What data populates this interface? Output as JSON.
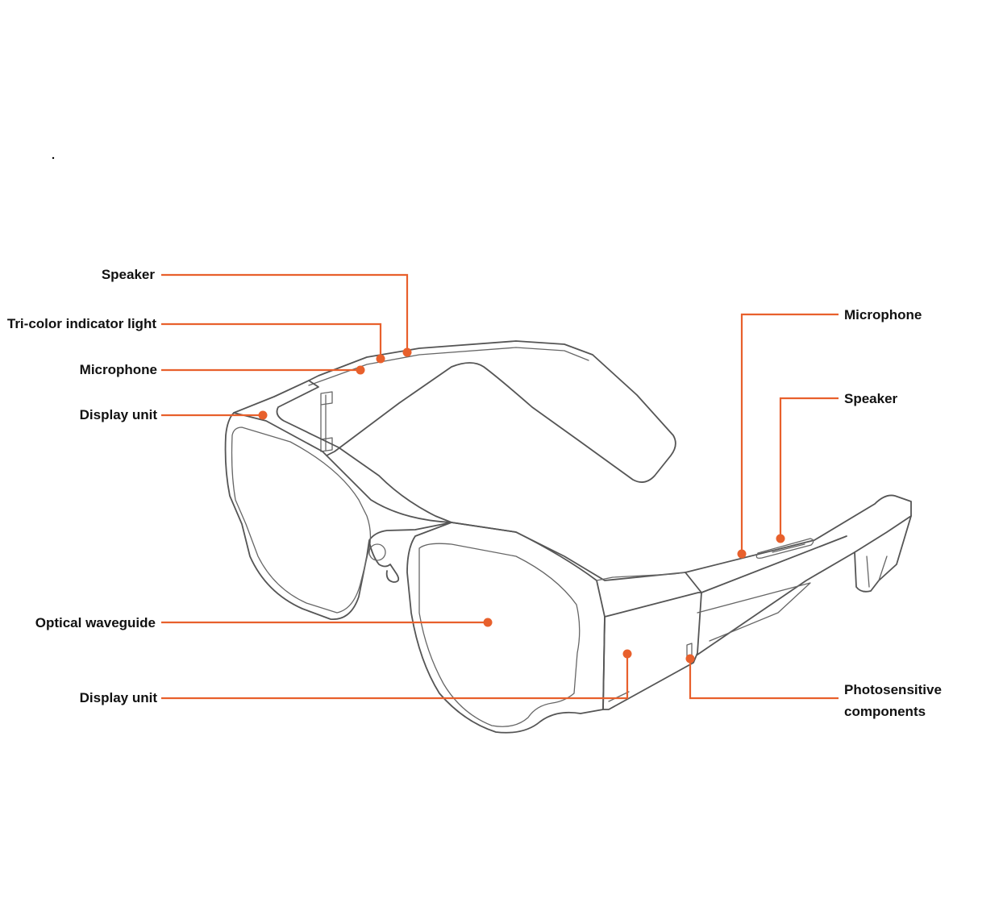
{
  "diagram": {
    "subject": "smart-glasses",
    "accent_color": "#e8602c",
    "line_color": "#555555",
    "labels": {
      "left_speaker": "Speaker",
      "left_tri_color_light": "Tri-color indicator light",
      "left_microphone": "Microphone",
      "left_display_unit_top": "Display unit",
      "optical_waveguide": "Optical waveguide",
      "left_display_unit_bottom": "Display unit",
      "right_microphone": "Microphone",
      "right_speaker": "Speaker",
      "photosensitive_components": "Photosensitive components"
    }
  }
}
